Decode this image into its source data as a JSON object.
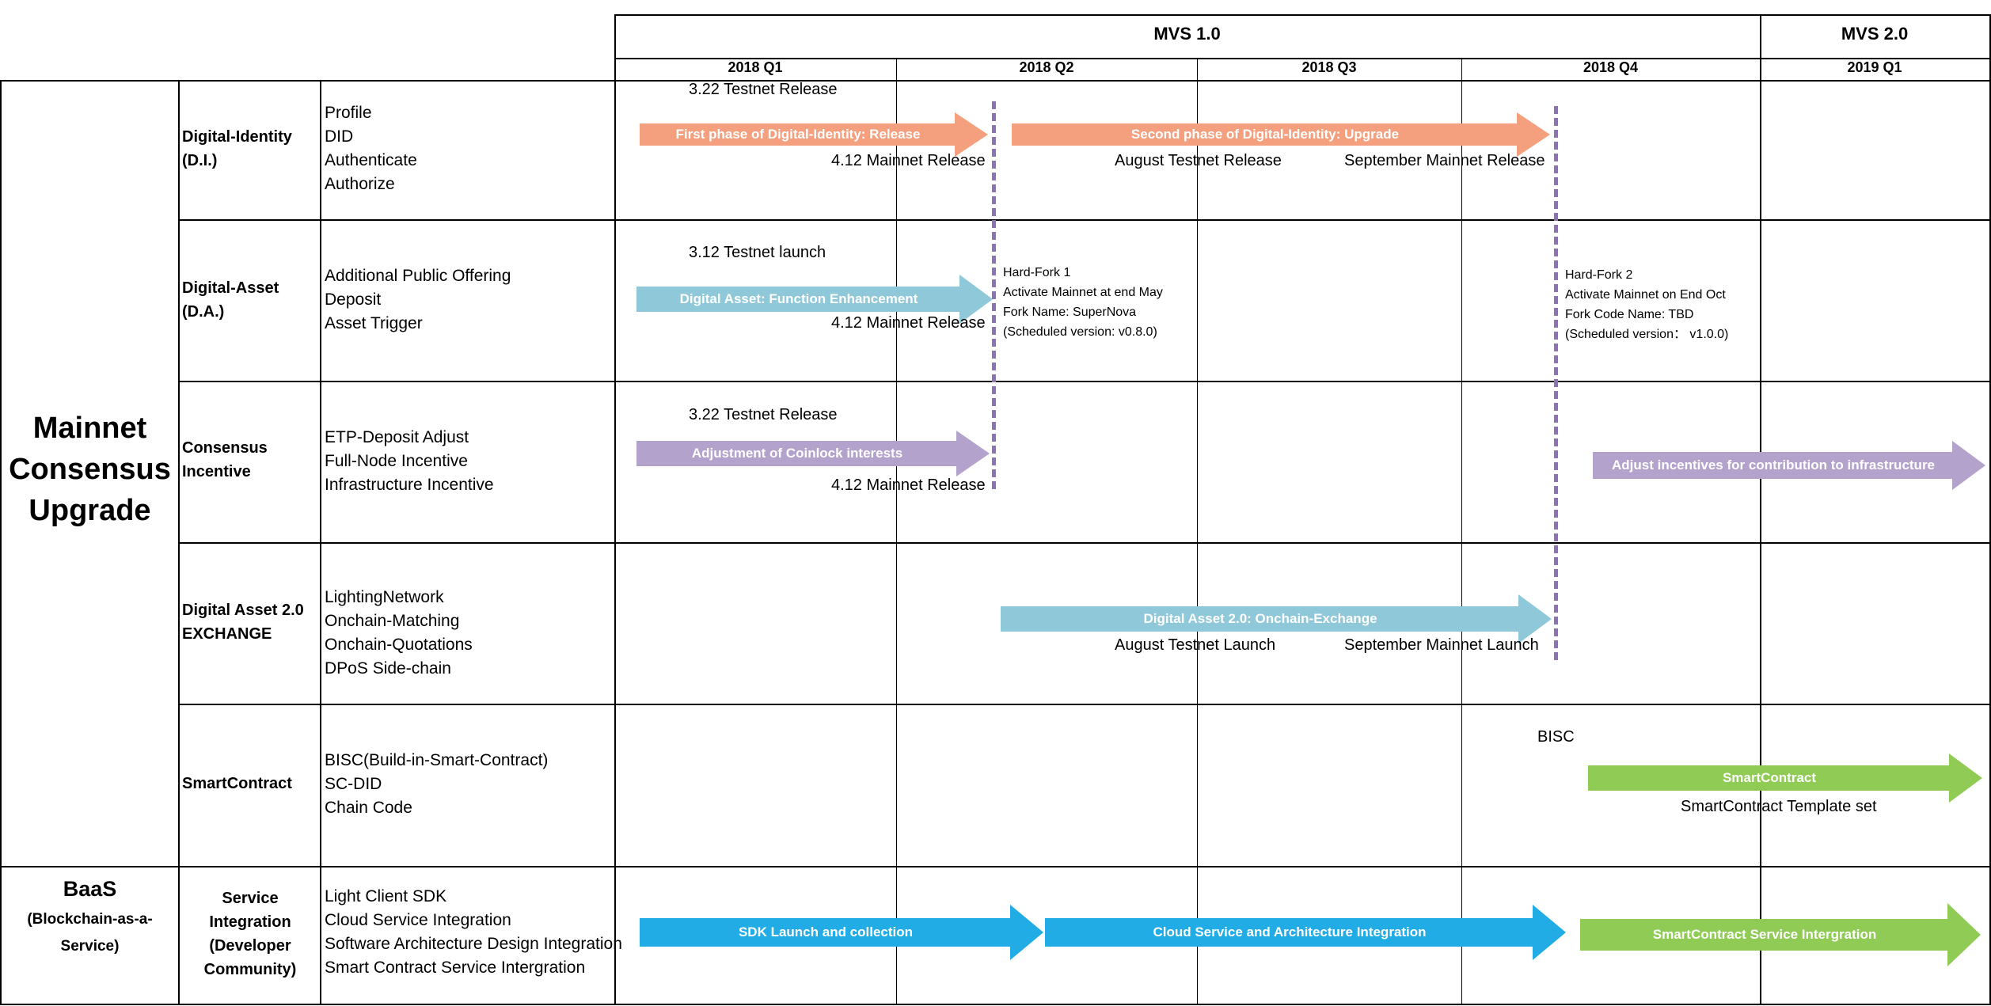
{
  "header": {
    "versions": [
      "MVS 1.0",
      "MVS 2.0"
    ],
    "quarters": [
      "2018 Q1",
      "2018 Q2",
      "2018 Q3",
      "2018 Q4",
      "2019 Q1"
    ]
  },
  "groups": {
    "mainnet": "Mainnet\nConsensus\nUpgrade",
    "baas_title": "BaaS",
    "baas_sub": "(Blockchain-as-a-\nService)"
  },
  "rows": [
    {
      "category": "Digital-Identity\n(D.I.)",
      "features": [
        "Profile",
        "DID",
        "Authenticate",
        "Authorize"
      ]
    },
    {
      "category": "Digital-Asset\n(D.A.)",
      "features": [
        "Additional Public Offering",
        "Deposit",
        "Asset Trigger"
      ]
    },
    {
      "category": "Consensus\nIncentive",
      "features": [
        "ETP-Deposit Adjust",
        "Full-Node Incentive",
        "Infrastructure Incentive"
      ]
    },
    {
      "category": "Digital Asset 2.0\nEXCHANGE",
      "features": [
        "LightingNetwork",
        "Onchain-Matching",
        "Onchain-Quotations",
        "DPoS Side-chain"
      ]
    },
    {
      "category": "SmartContract",
      "features": [
        "BISC(Build-in-Smart-Contract)",
        "SC-DID",
        "Chain Code"
      ]
    },
    {
      "category": "Service\nIntegration\n(Developer\nCommunity)",
      "features": [
        "Light Client SDK",
        "Cloud Service Integration",
        "Software Architecture Design Integration",
        "Smart Contract Service Intergration"
      ]
    }
  ],
  "arrows": {
    "di1": "First phase of Digital-Identity: Release",
    "di2": "Second phase of Digital-Identity: Upgrade",
    "da1": "Digital Asset: Function Enhancement",
    "ci1": "Adjustment of Coinlock interests",
    "ci2": "Adjust incentives for contribution to infrastructure",
    "ex1": "Digital Asset 2.0: Onchain-Exchange",
    "sc1": "SmartContract",
    "si1": "SDK Launch and collection",
    "si2": "Cloud Service  and Architecture Integration",
    "si3": "SmartContract Service Intergration"
  },
  "labels": {
    "di_testnet": "3.22 Testnet Release",
    "di_mainnet": "4.12 Mainnet Release",
    "di_aug": "August Testnet Release",
    "di_sep": "September Mainnet Release",
    "da_testnet": "3.12 Testnet launch",
    "da_mainnet": "4.12 Mainnet Release",
    "ci_testnet": "3.22 Testnet Release",
    "ci_mainnet": "4.12 Mainnet Release",
    "ex_aug": "August Testnet Launch",
    "ex_sep": "September Mainnet Launch",
    "sc_bisc": "BISC",
    "sc_template": "SmartContract Template set"
  },
  "notes": {
    "hf1": [
      "Hard-Fork 1",
      "Activate Mainnet at end May",
      "Fork Name: SuperNova",
      "(Scheduled version: v0.8.0)"
    ],
    "hf2": [
      "Hard-Fork 2",
      "Activate Mainnet on End Oct",
      "Fork Code Name: TBD",
      "(Scheduled version： v1.0.0)"
    ]
  },
  "colors": {
    "orange": "#f4a07f",
    "teal": "#8fc8d8",
    "purple": "#b3a2cc",
    "green": "#8fcb55",
    "blue": "#21ace6",
    "dash": "#8c73b4"
  }
}
